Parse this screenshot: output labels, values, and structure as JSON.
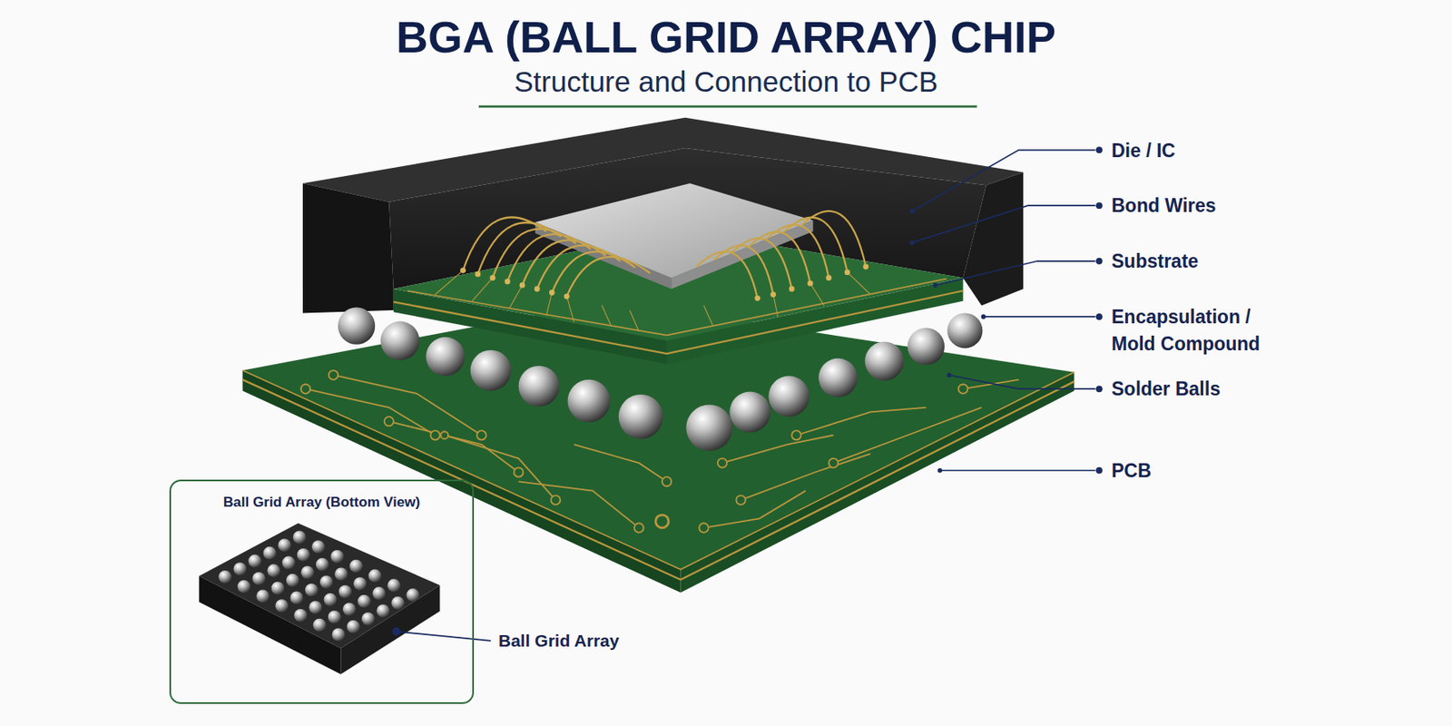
{
  "diagram": {
    "title": "BGA (BALL GRID ARRAY) CHIP",
    "nodes": [
      {
        "text": [
          "Ball Grid Array (Bottom View)"
        ]
      }
    ],
    "labels": [
      "Structure and Connection to PCB",
      "Die / IC",
      "Bond Wires",
      "Substrate",
      "Encapsulation / Mold Compound",
      "Solder Balls",
      "PCB",
      "Ball Grid Array"
    ]
  }
}
